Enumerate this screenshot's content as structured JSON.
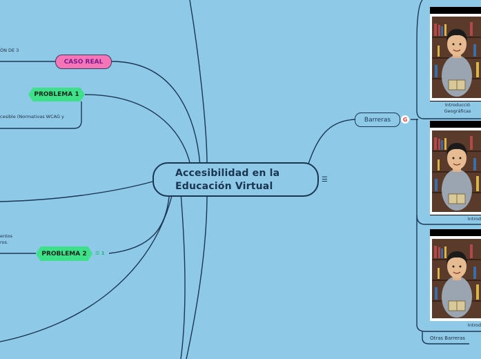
{
  "central": {
    "title_line1": "Accesibilidad en la",
    "title_line2": "Educación Virtual"
  },
  "nodes": {
    "caso_real": "CASO REAL",
    "problema1": "PROBLEMA 1",
    "problema2": "PROBLEMA 2",
    "barreras": "Barreras",
    "otras_barreras": "Otras Barreras"
  },
  "fragments": {
    "top_left": "ÓN DE 3",
    "p1_note": "cesible (Normativas WCAG y",
    "p2_note_line1": "entos",
    "p2_note_line2": "ros."
  },
  "badges": {
    "p2_list_count": "1"
  },
  "cards": [
    {
      "caption_line1": "Introducció",
      "caption_line2": "Geográficas"
    },
    {
      "caption_line1": "Introd",
      "caption_line2": ""
    },
    {
      "caption_line1": "Introd",
      "caption_line2": ""
    }
  ],
  "icons": {
    "menu": "menu-lines-icon",
    "google": "google-g-icon",
    "list": "list-icon"
  },
  "colors": {
    "background": "#8ec9e8",
    "line": "#1a3550",
    "caso_real": "#f575b9",
    "problema": "#3fe08a"
  }
}
